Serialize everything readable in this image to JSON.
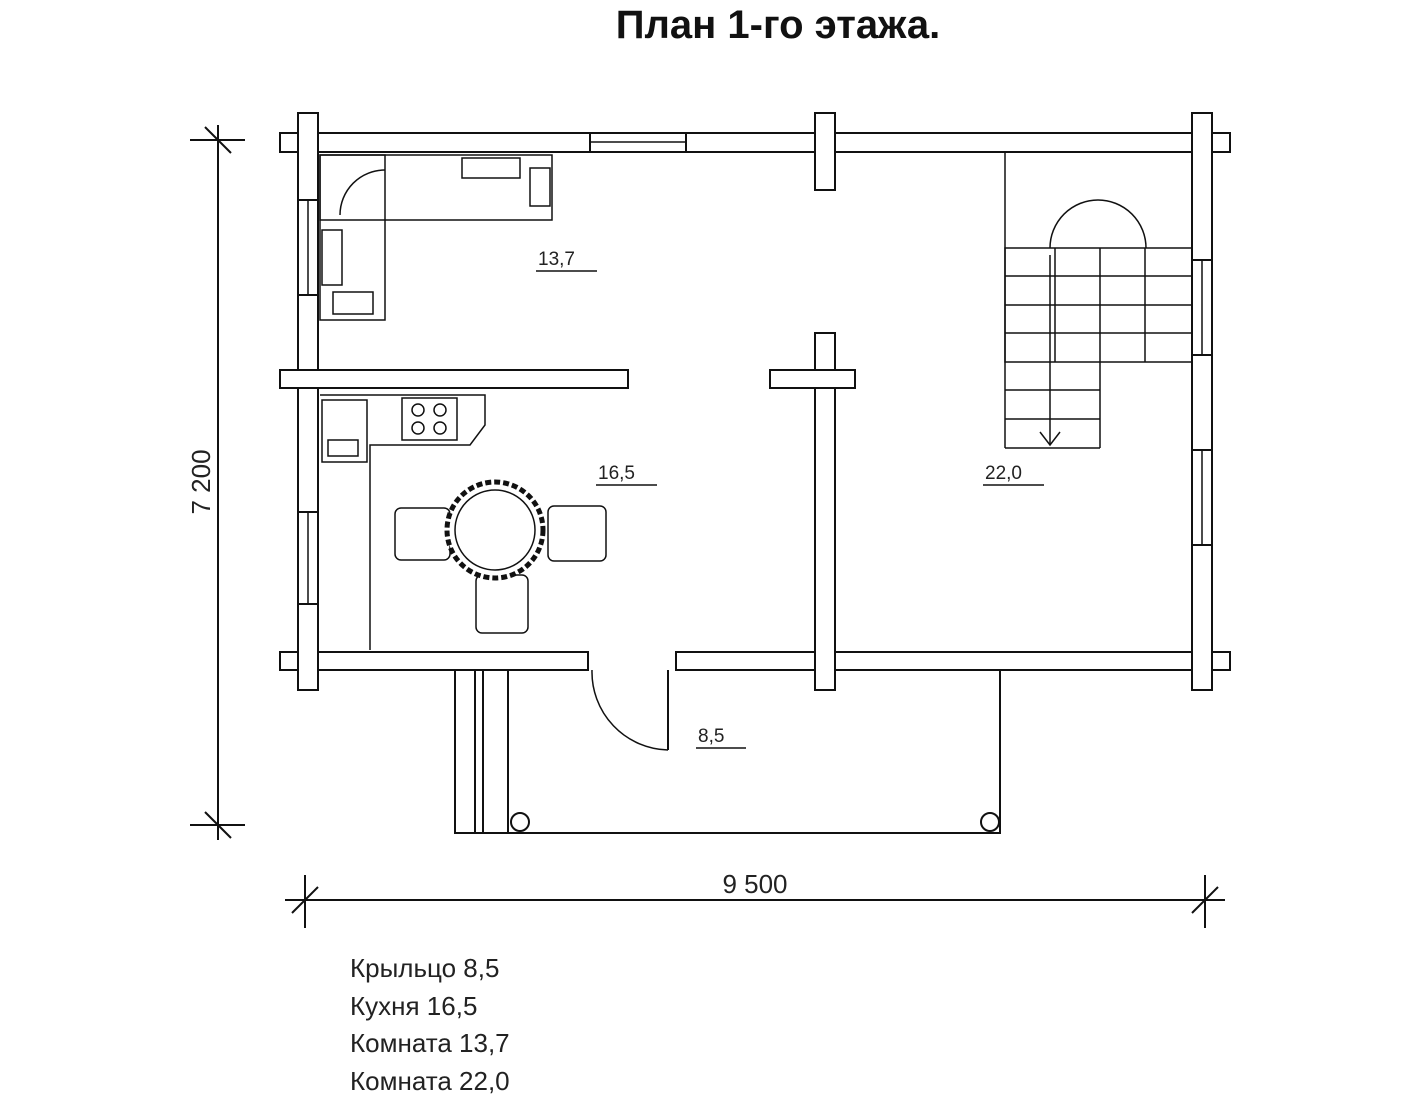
{
  "title": "План 1-го этажа.",
  "dimensions": {
    "height": "7 200",
    "width": "9 500"
  },
  "room_areas": {
    "room_small": "13,7",
    "kitchen": "16,5",
    "room_large": "22,0",
    "porch": "8,5"
  },
  "legend": [
    "Крыльцо 8,5",
    "Кухня 16,5",
    "Комната 13,7",
    "Комната 22,0"
  ]
}
